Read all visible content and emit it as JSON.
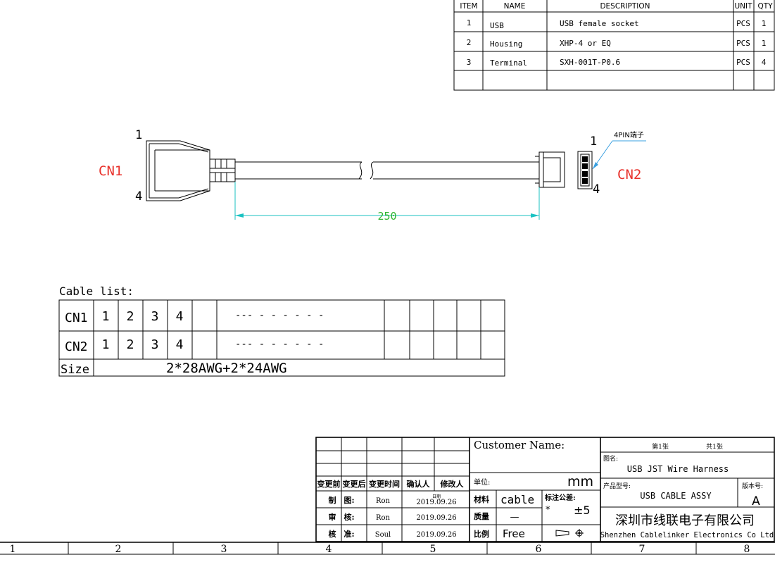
{
  "bom": {
    "headers": [
      "ITEM",
      "NAME",
      "DESCRIPTION",
      "UNIT",
      "QTY"
    ],
    "rows": [
      {
        "item": "1",
        "name": "USB",
        "description": "USB female socket",
        "unit": "PCS",
        "qty": "1"
      },
      {
        "item": "2",
        "name": "Housing",
        "description": "XHP-4 or EQ",
        "unit": "PCS",
        "qty": "1"
      },
      {
        "item": "3",
        "name": "Terminal",
        "description": "SXH-001T-P0.6",
        "unit": "PCS",
        "qty": "4"
      }
    ]
  },
  "drawing": {
    "cn1_label": "CN1",
    "cn2_label": "CN2",
    "cn1_pin_top": "1",
    "cn1_pin_bottom": "4",
    "cn2_pin_top": "1",
    "cn2_pin_bottom": "4",
    "terminal_note": "4PIN端子",
    "length_dimension": "250",
    "colors": {
      "connector_label": "#e8312b",
      "dimension": "#19c2c2",
      "dimension_text": "#2fb52f",
      "leader": "#3aa0e0"
    }
  },
  "cable_list": {
    "title": "Cable list:",
    "rows": [
      {
        "label": "CN1",
        "pins": [
          "1",
          "2",
          "3",
          "4"
        ],
        "dashes": "--- - - - - - -"
      },
      {
        "label": "CN2",
        "pins": [
          "1",
          "2",
          "3",
          "4"
        ],
        "dashes": "--- - - - - - -"
      }
    ],
    "size_label": "Size",
    "size_value": "2*28AWG+2*24AWG"
  },
  "revision": {
    "headers": [
      "变更前",
      "变更后",
      "变更时间",
      "确认人",
      "修改人"
    ],
    "date_small": "日期",
    "rows": [
      {
        "role": "制　图:",
        "name": "Ron",
        "date": "2019.09.26"
      },
      {
        "role": "审　核:",
        "name": "Ron",
        "date": "2019.09.26"
      },
      {
        "role": "核　准:",
        "name": "Soul",
        "date": "2019.09.26"
      }
    ]
  },
  "spec": {
    "customer_label": "Customer Name:",
    "unit_label": "单位:",
    "unit_value": "mm",
    "material_label": "材料",
    "material_value": "cable",
    "tolerance_label": "标注公差:",
    "tolerance_star": "*",
    "tolerance_value": "±5",
    "quality_label": "质量",
    "quality_value": "—",
    "scale_label": "比例",
    "scale_value": "Free"
  },
  "title_block": {
    "sheet_no": "第1张",
    "sheet_total": "共1张",
    "drawing_name_label": "图名:",
    "drawing_name": "USB JST Wire Harness",
    "product_label": "产品型号:",
    "product_value": "USB CABLE ASSY",
    "version_label": "版本号:",
    "version_value": "A",
    "company_cn": "深圳市线联电子有限公司",
    "company_en": "Shenzhen Cablelinker Electronics Co Ltd"
  },
  "zones": [
    "1",
    "2",
    "3",
    "4",
    "5",
    "6",
    "7",
    "8"
  ]
}
